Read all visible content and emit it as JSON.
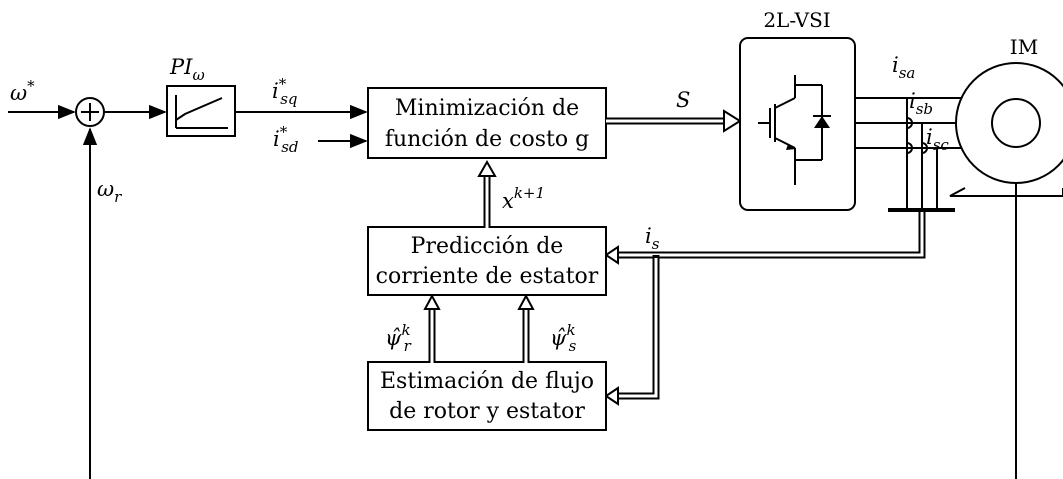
{
  "labels": {
    "omega_ref": "ω*",
    "omega_r": "ω_r",
    "pi_block": "PI_ω",
    "isq_ref": "i*_sq",
    "isd_ref": "i*_sd",
    "S": "S",
    "x_next": "x^{k+1}",
    "is": "i_s",
    "isa": "i_sa",
    "isb": "i_sb",
    "isc": "i_sc",
    "psi_r": "ψ̂_r^k",
    "psi_s": "ψ̂_s^k"
  },
  "blocks": {
    "min_line1": "Minimización de",
    "min_line2": "función de costo g",
    "pred_line1": "Predicción de",
    "pred_line2": "corriente de estator",
    "est_line1": "Estimación de flujo",
    "est_line2": "de rotor y estator",
    "inverter": "2L-VSI",
    "motor": "IM"
  }
}
